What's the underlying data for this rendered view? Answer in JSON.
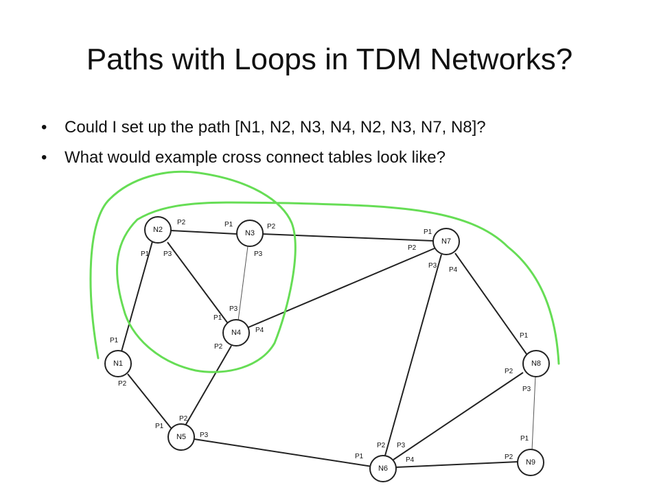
{
  "title": "Paths with Loops in TDM Networks?",
  "bullets": [
    "Could I set up the path [N1, N2, N3, N4, N2, N3, N7, N8]?",
    "What would example cross connect tables look like?"
  ],
  "bullet_glyph": "•",
  "highlight_color": "#66dd55",
  "nodes": {
    "N1": "N1",
    "N2": "N2",
    "N3": "N3",
    "N4": "N4",
    "N5": "N5",
    "N6": "N6",
    "N7": "N7",
    "N8": "N8",
    "N9": "N9"
  },
  "ports": {
    "n1_p1": "P1",
    "n1_p2": "P2",
    "n2_p1": "P1",
    "n2_p2": "P2",
    "n2_p3": "P3",
    "n3_p1": "P1",
    "n3_p2": "P2",
    "n3_p3": "P3",
    "n4_p1": "P1",
    "n4_p2": "P2",
    "n4_p3": "P3",
    "n4_p4": "P4",
    "n5_p1": "P1",
    "n5_p2": "P2",
    "n5_p3": "P3",
    "n6_p1": "P1",
    "n6_p2": "P2",
    "n6_p3": "P3",
    "n6_p4": "P4",
    "n7_p1": "P1",
    "n7_p2": "P2",
    "n7_p3": "P3",
    "n7_p4": "P4",
    "n8_p1": "P1",
    "n8_p2": "P2",
    "n8_p3": "P3",
    "n9_p1": "P1",
    "n9_p2": "P2"
  }
}
